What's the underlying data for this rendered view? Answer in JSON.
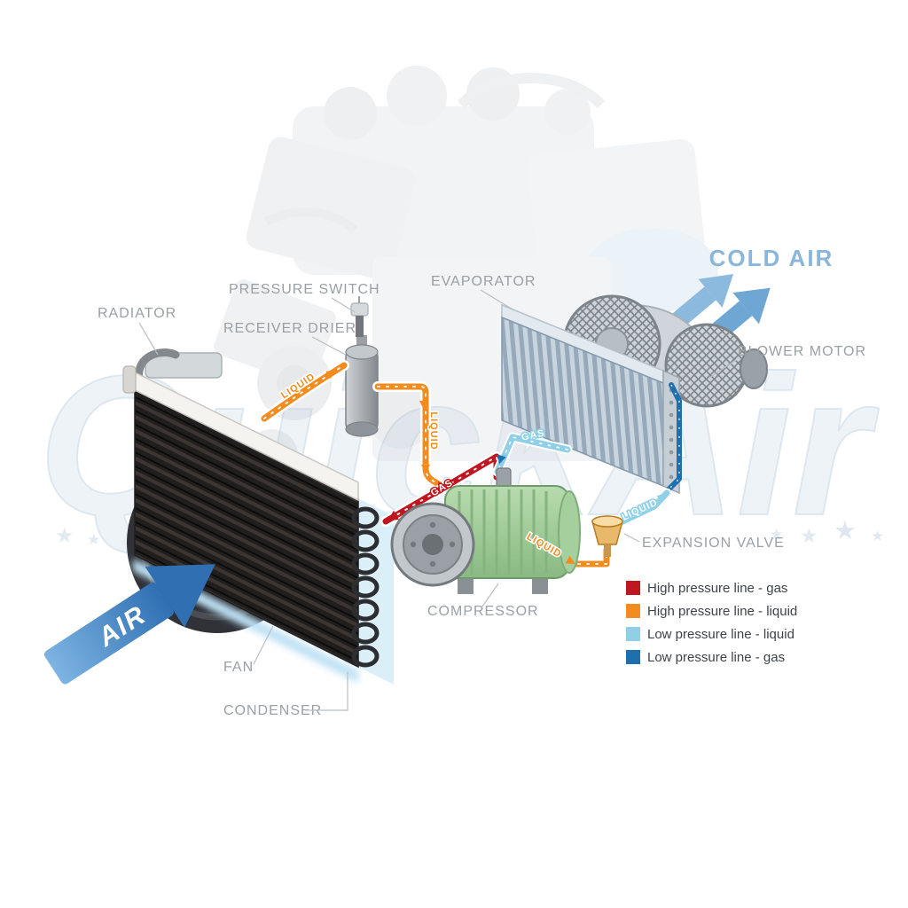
{
  "watermark": {
    "text": "QuickAir",
    "star": "★"
  },
  "labels": {
    "radiator": "RADIATOR",
    "pressure_switch": "PRESSURE SWITCH",
    "receiver_drier": "RECEIVER DRIER",
    "evaporator": "EVAPORATOR",
    "blower_motor": "BLOWER MOTOR",
    "expansion_valve": "EXPANSION VALVE",
    "compressor": "COMPRESSOR",
    "fan": "FAN",
    "condenser": "CONDENSER",
    "cold_air": "COLD AIR",
    "air": "AIR"
  },
  "flow_labels": {
    "liquid": "LIQUID",
    "gas": "GAS"
  },
  "legend": {
    "items": [
      {
        "label": "High pressure line - gas",
        "color": "#c0161f"
      },
      {
        "label": "High pressure line - liquid",
        "color": "#f28c1e"
      },
      {
        "label": "Low pressure line - liquid",
        "color": "#8fd0e8"
      },
      {
        "label": "Low pressure line -  gas",
        "color": "#1d6fae"
      }
    ]
  },
  "colors": {
    "high_gas": "#c0161f",
    "high_liquid": "#f28c1e",
    "low_liquid": "#8fd0e8",
    "low_gas": "#1d6fae",
    "air_arrow_light": "#7db4e2",
    "air_arrow_dark": "#2f6fb2",
    "cold_air_text": "#8ab6dc",
    "label_text": "#9aa0a5"
  }
}
